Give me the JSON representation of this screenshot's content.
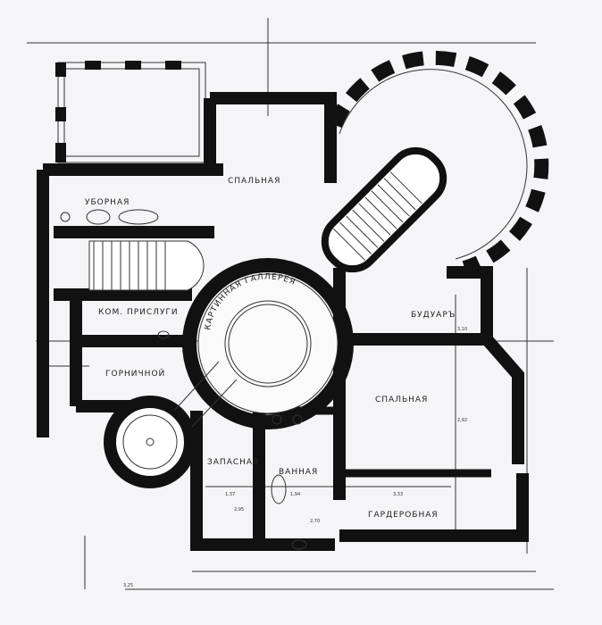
{
  "rooms": {
    "toilet": "УБОРНАЯ",
    "bedroom_top": "СПАЛЬНАЯ",
    "gallery": "КАРТИННАЯ ГАЛЛЕРЕЯ",
    "boudoir": "БУДУАРЪ",
    "servants": "КОМ. ПРИСЛУГИ",
    "maid": "ГОРНИЧНОЙ",
    "bedroom": "СПАЛЬНАЯ",
    "spare": "ЗАПАСНАЯ",
    "bath": "ВАННАЯ",
    "wardrobe": "ГАРДЕРОБНАЯ"
  },
  "dimensions": {
    "d1": "3,33",
    "d2": "1,94",
    "d3": "2,70",
    "d4": "2,92",
    "d5": "1,37",
    "d6": "2,95",
    "d7": "3,10",
    "d8": "3,25"
  }
}
